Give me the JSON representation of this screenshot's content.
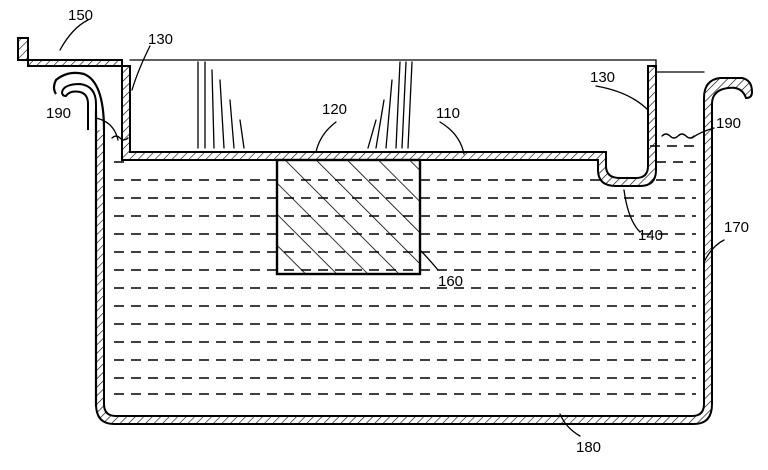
{
  "figure": {
    "labels": {
      "l150": "150",
      "l130_left": "130",
      "l130_right": "130",
      "l190_left": "190",
      "l190_right": "190",
      "l120": "120",
      "l110": "110",
      "l140": "140",
      "l170": "170",
      "l160": "160",
      "l180": "180"
    }
  }
}
